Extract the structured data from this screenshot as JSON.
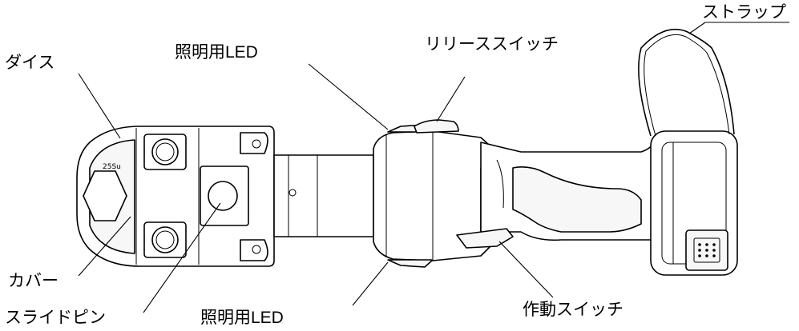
{
  "labels": {
    "dies": "ダイス",
    "cover": "カバー",
    "slide_pin": "スライドピン",
    "light_top": "照明用LED",
    "light_bottom": "照明用LED",
    "release_switch": "リリーススイッチ",
    "strap": "ストラップ",
    "operation_switch": "作動スイッチ"
  },
  "die_marking": "25Su"
}
